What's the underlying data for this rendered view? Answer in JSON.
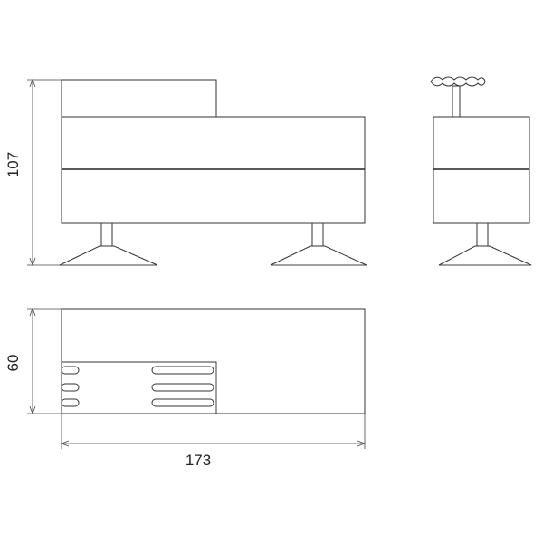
{
  "dimensions": {
    "height": "107",
    "depth": "60",
    "width": "173"
  },
  "colors": {
    "line": "#333333",
    "seam": "#222222",
    "background": "#ffffff"
  }
}
